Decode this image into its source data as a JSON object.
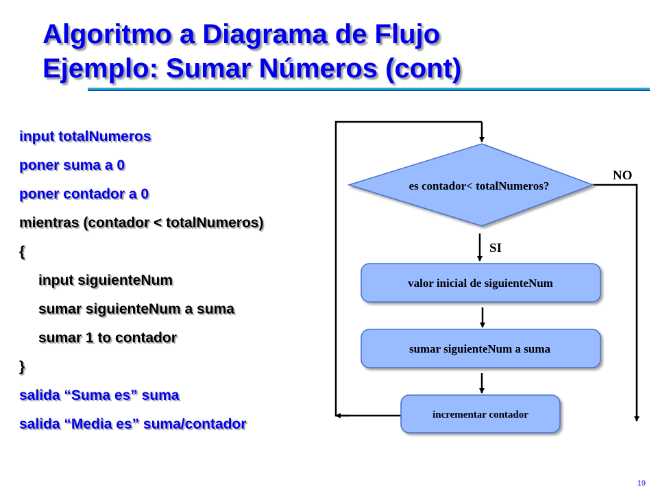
{
  "title": {
    "line1": "Algoritmo a Diagrama de Flujo",
    "line2": "Ejemplo: Sumar Números (cont)"
  },
  "code": [
    {
      "text": "input totalNumeros",
      "color": "#0000ee",
      "indent": false
    },
    {
      "text": "poner suma a 0",
      "color": "#0000ee",
      "indent": false
    },
    {
      "text": "poner contador a 0",
      "color": "#0000ee",
      "indent": false
    },
    {
      "text": "mientras (contador < totalNumeros)",
      "color": "#000000",
      "indent": false
    },
    {
      "text": "{",
      "color": "#000000",
      "indent": false
    },
    {
      "text": "input siguienteNum",
      "color": "#000000",
      "indent": true
    },
    {
      "text": "sumar siguienteNum a suma",
      "color": "#000000",
      "indent": true
    },
    {
      "text": "sumar 1 to contador",
      "color": "#000000",
      "indent": true
    },
    {
      "text": "}",
      "color": "#000000",
      "indent": false
    },
    {
      "text": "salida “Suma es” suma",
      "color": "#0000ee",
      "indent": false
    },
    {
      "text": "salida “Media es” suma/contador",
      "color": "#0000ee",
      "indent": false
    }
  ],
  "flowchart": {
    "decision": "es contador< totalNumeros?",
    "yes_label": "SI",
    "no_label": "NO",
    "step1": "valor inicial de siguienteNum",
    "step2": "sumar siguienteNum a suma",
    "step3": "incrementar contador",
    "node_fill": "#99bbff",
    "node_stroke": "#4a6fc8"
  },
  "page_number": "19"
}
